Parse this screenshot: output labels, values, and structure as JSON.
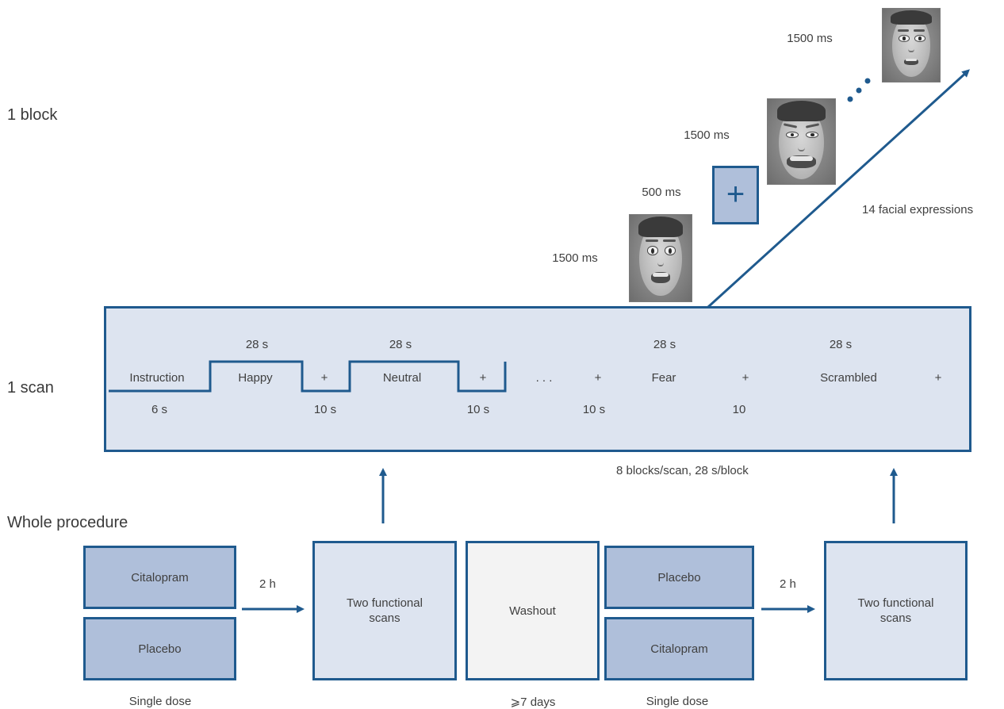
{
  "sections": {
    "block": "1 block",
    "scan": "1 scan",
    "procedure": "Whole procedure"
  },
  "block": {
    "faces": [
      {
        "duration": "1500 ms",
        "expression": "fear"
      },
      {
        "duration": "500 ms",
        "symbol": "+"
      },
      {
        "duration": "1500 ms",
        "expression": "fear"
      },
      {
        "duration": "1500 ms",
        "expression": "fear"
      }
    ],
    "count_label": "14 facial expressions"
  },
  "scan": {
    "timeline": [
      {
        "label": "Instruction",
        "duration": "6 s"
      },
      {
        "label": "Happy",
        "duration": "28 s"
      },
      {
        "label": "+",
        "duration": "10 s"
      },
      {
        "label": "Neutral",
        "duration": "28 s"
      },
      {
        "label": "+",
        "duration": "10 s"
      },
      {
        "label": ". . ."
      },
      {
        "label": "+",
        "duration": "10 s"
      },
      {
        "label": "Fear",
        "duration": "28 s"
      },
      {
        "label": "+",
        "duration": "10"
      },
      {
        "label": "Scrambled",
        "duration": "28 s"
      },
      {
        "label": "+"
      }
    ],
    "note": "8 blocks/scan, 28 s/block"
  },
  "procedure": {
    "session1": {
      "drug_a": "Citalopram",
      "drug_b": "Placebo",
      "dose_label": "Single dose",
      "delay": "2 h",
      "scans": "Two functional scans"
    },
    "washout": {
      "label": "Washout",
      "duration": "⩾7 days"
    },
    "session2": {
      "drug_a": "Placebo",
      "drug_b": "Citalopram",
      "dose_label": "Single dose",
      "delay": "2 h",
      "scans": "Two functional scans"
    }
  },
  "colors": {
    "accent": "#1f5a8e",
    "box_dark": "#afbfda",
    "box_light": "#dde4f0",
    "washout": "#f3f3f3"
  }
}
